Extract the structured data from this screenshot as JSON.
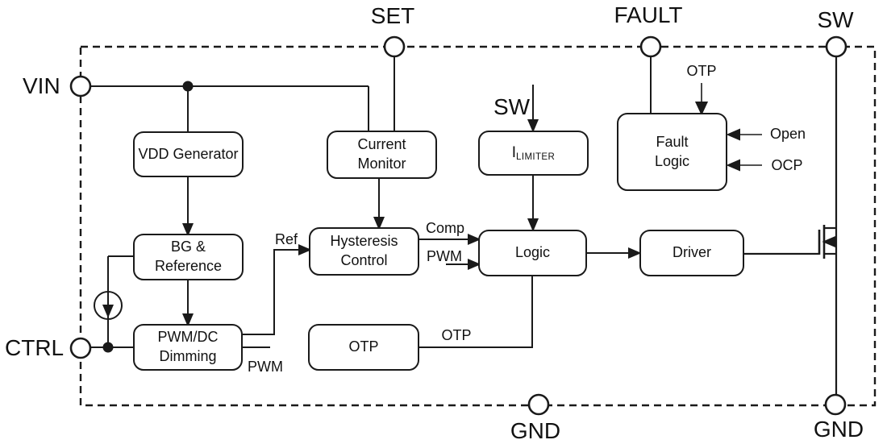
{
  "colors": {
    "line": "#1a1a1a",
    "text": "#111111",
    "background": "#ffffff"
  },
  "pins": {
    "vin": {
      "label": "VIN"
    },
    "ctrl": {
      "label": "CTRL"
    },
    "set": {
      "label": "SET"
    },
    "fault": {
      "label": "FAULT"
    },
    "sw": {
      "label": "SW"
    },
    "gnd_center": {
      "label": "GND"
    },
    "gnd_right": {
      "label": "GND"
    }
  },
  "blocks": {
    "vdd_generator": {
      "label": "VDD Generator"
    },
    "current_monitor": {
      "line1": "Current",
      "line2": "Monitor"
    },
    "i_limiter": {
      "symbol": "I",
      "subscript": "LIMITER"
    },
    "fault_logic": {
      "line1": "Fault",
      "line2": "Logic"
    },
    "bg_reference": {
      "line1": "BG &",
      "line2": "Reference"
    },
    "hysteresis_control": {
      "line1": "Hysteresis",
      "line2": "Control"
    },
    "logic": {
      "label": "Logic"
    },
    "driver": {
      "label": "Driver"
    },
    "pwm_dc_dimming": {
      "line1": "PWM/DC",
      "line2": "Dimming"
    },
    "otp": {
      "label": "OTP"
    }
  },
  "signals": {
    "ref": "Ref",
    "comp": "Comp",
    "pwm_to_logic": "PWM",
    "pwm_out": "PWM",
    "otp_wire": "OTP",
    "otp_to_fault": "OTP",
    "open_input": "Open",
    "ocp_input": "OCP",
    "sw_to_limiter": "SW"
  }
}
